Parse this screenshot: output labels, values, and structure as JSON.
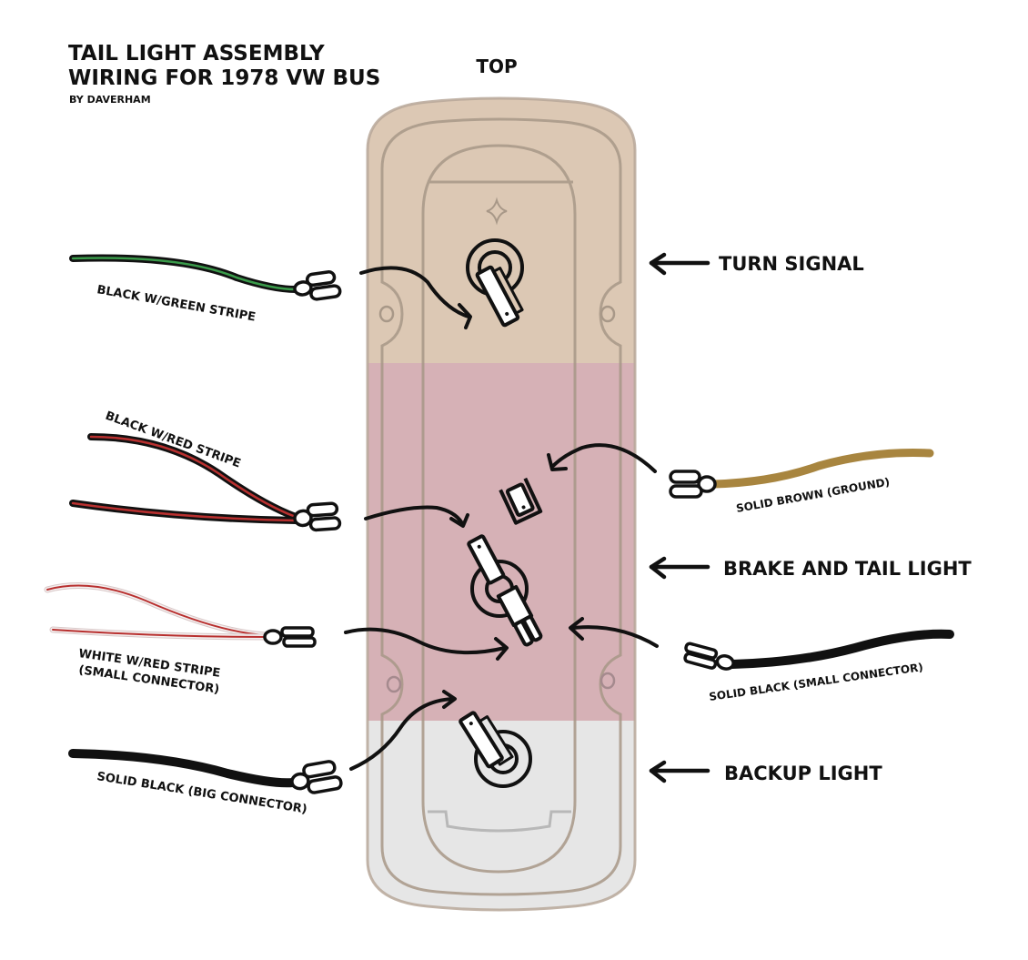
{
  "title": {
    "line1": "TAIL LIGHT ASSEMBLY",
    "line2": "WIRING FOR 1978 VW BUS",
    "byline": "BY DAVERHAM"
  },
  "orientation_label": "TOP",
  "sections": [
    {
      "id": "turn-signal",
      "label": "TURN SIGNAL",
      "color": "#dcc8b4"
    },
    {
      "id": "brake-tail",
      "label": "BRAKE AND TAIL LIGHT",
      "color": "#d6b1b6"
    },
    {
      "id": "backup",
      "label": "BACKUP LIGHT",
      "color": "#e6e6e6"
    }
  ],
  "housing_colors": {
    "turn_outline": "#b09f8f",
    "brake_outline": "#b38e94",
    "backup_outline": "#bdbdbd"
  },
  "wires": [
    {
      "id": "black-green",
      "label": "BLACK W/GREEN STRIPE",
      "base_color": "#111111",
      "stripe_color": "#3a9a4a",
      "connects_to": "turn-signal"
    },
    {
      "id": "black-red",
      "label": "BLACK W/RED STRIPE",
      "base_color": "#111111",
      "stripe_color": "#b8302f",
      "connects_to": "brake-tail"
    },
    {
      "id": "white-red",
      "label_line1": "WHITE W/RED STRIPE",
      "label_line2": "(SMALL CONNECTOR)",
      "base_color": "#f4efef",
      "stripe_color": "#b8302f",
      "connects_to": "brake-tail"
    },
    {
      "id": "solid-black-big",
      "label": "SOLID BLACK (BIG CONNECTOR)",
      "base_color": "#111111",
      "connects_to": "backup"
    },
    {
      "id": "solid-brown",
      "label": "SOLID BROWN (GROUND)",
      "base_color": "#a8853f",
      "connects_to": "brake-tail"
    },
    {
      "id": "solid-black-small",
      "label": "SOLID BLACK (SMALL CONNECTOR)",
      "base_color": "#111111",
      "connects_to": "brake-tail"
    }
  ]
}
